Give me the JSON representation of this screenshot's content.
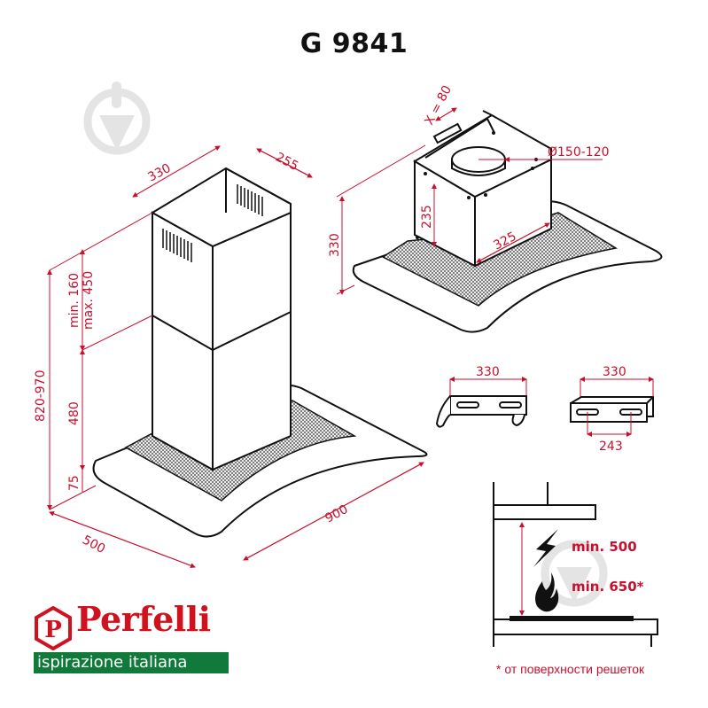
{
  "title": "G 9841",
  "colors": {
    "dimension": "#c8102e",
    "logo_red": "#d0121f",
    "logo_green": "#0f7a3a",
    "line": "#111111",
    "watermark": "#e2e2e2"
  },
  "main_view": {
    "chimney_width": "330",
    "chimney_depth": "255",
    "extension_min": "min. 160",
    "extension_max": "max. 450",
    "total_height": "820-970",
    "lower_chimney": "480",
    "canopy_height": "75",
    "depth": "500",
    "width": "900"
  },
  "motor_view": {
    "x_offset": "X = 80",
    "outlet_diameter": "Ø150-120",
    "block_height": "235",
    "total_height": "330",
    "block_width": "325"
  },
  "brackets": [
    {
      "width": "330"
    },
    {
      "width": "330",
      "hole_spacing": "243"
    }
  ],
  "installation": {
    "electric_min": "min. 500",
    "gas_min": "min. 650*",
    "electric_icon": "lightning-icon",
    "gas_icon": "flame-icon"
  },
  "footnote": "* от поверхности решеток",
  "logo": {
    "brand": "Perfelli",
    "slogan": "ispirazione italiana",
    "emblem": "P"
  }
}
